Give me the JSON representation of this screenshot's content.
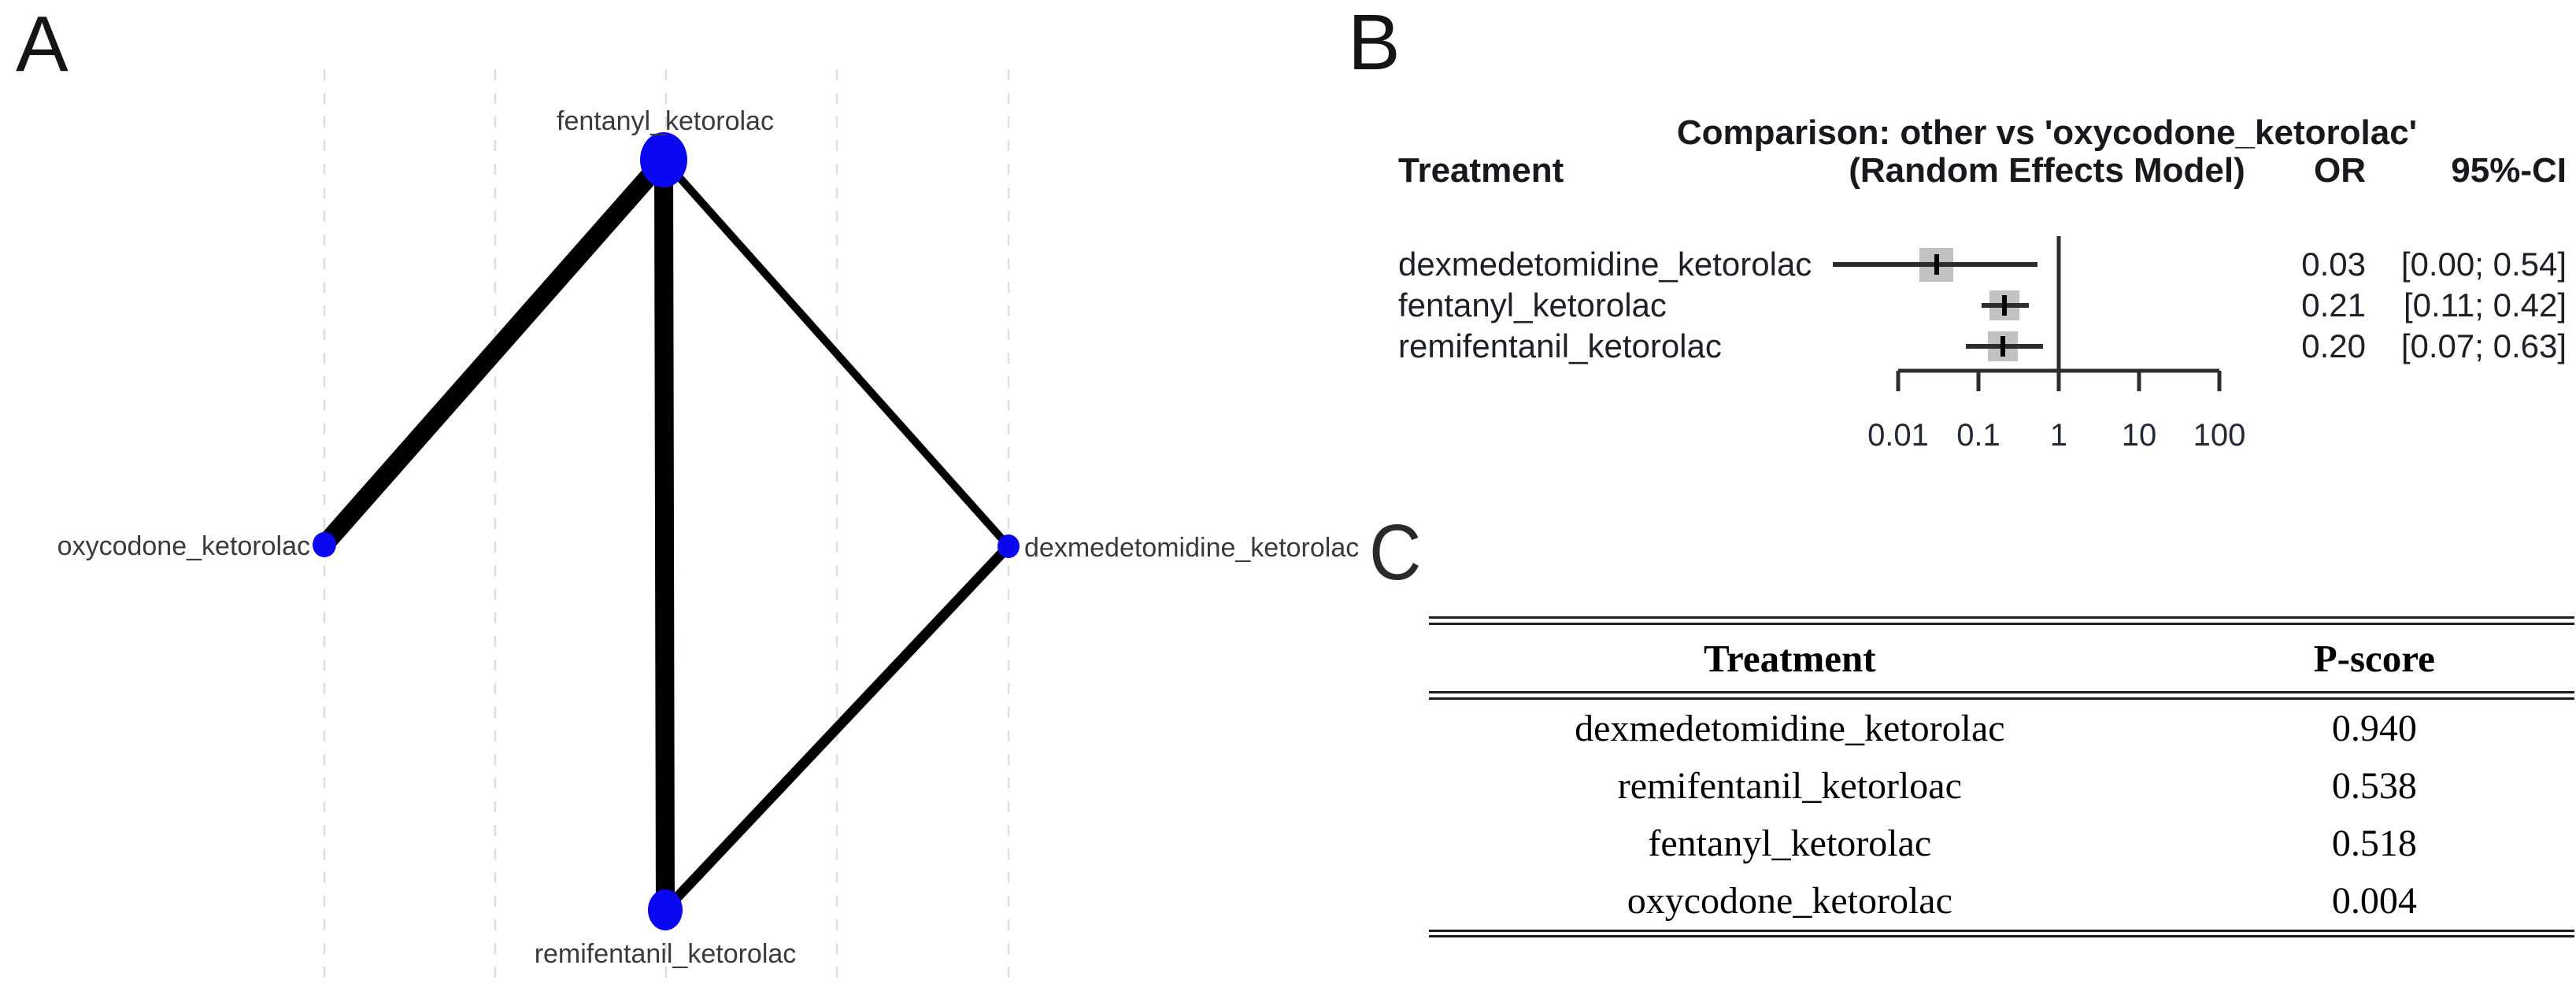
{
  "figure": {
    "panel_a": {
      "label": "A",
      "node_color": "#0a08f0",
      "nodes": [
        {
          "label": "fentanyl_ketorolac"
        },
        {
          "label": "oxycodone_ketorolac"
        },
        {
          "label": "dexmedetomidine_ketorolac"
        },
        {
          "label": "remifentanil_ketorolac"
        }
      ]
    },
    "panel_b": {
      "label": "B",
      "title_line1": "Comparison: other vs 'oxycodone_ketorolac'",
      "title_line2": "(Random Effects Model)",
      "header": {
        "treatment": "Treatment",
        "or": "OR",
        "ci": "95%-CI"
      },
      "rows": [
        {
          "treatment": "dexmedetomidine_ketorolac",
          "or": "0.03",
          "ci": "[0.00; 0.54]"
        },
        {
          "treatment": "fentanyl_ketorolac",
          "or": "0.21",
          "ci": "[0.11; 0.42]"
        },
        {
          "treatment": "remifentanil_ketorolac",
          "or": "0.20",
          "ci": "[0.07; 0.63]"
        }
      ],
      "axis_ticks": [
        "0.01",
        "0.1",
        "1",
        "10",
        "100"
      ]
    },
    "panel_c": {
      "label": "C",
      "table": {
        "header": {
          "treatment": "Treatment",
          "pscore": "P-score"
        },
        "rows": [
          {
            "treatment": "dexmedetomidine_ketorolac",
            "pscore": "0.940"
          },
          {
            "treatment": "remifentanil_ketorloac",
            "pscore": "0.538"
          },
          {
            "treatment": "fentanyl_ketorolac",
            "pscore": "0.518"
          },
          {
            "treatment": "oxycodone_ketorolac",
            "pscore": "0.004"
          }
        ]
      }
    }
  },
  "chart_data": [
    {
      "type": "network",
      "panel": "A",
      "title": "Evidence network of treatment comparisons",
      "nodes": [
        {
          "id": "fentanyl_ketorolac",
          "position": "top-center",
          "relative_size": "large"
        },
        {
          "id": "oxycodone_ketorolac",
          "position": "middle-left",
          "relative_size": "small"
        },
        {
          "id": "dexmedetomidine_ketorolac",
          "position": "middle-right",
          "relative_size": "small"
        },
        {
          "id": "remifentanil_ketorolac",
          "position": "bottom-center",
          "relative_size": "medium"
        }
      ],
      "edges": [
        {
          "source": "fentanyl_ketorolac",
          "target": "oxycodone_ketorolac",
          "relative_width": 24
        },
        {
          "source": "fentanyl_ketorolac",
          "target": "remifentanil_ketorolac",
          "relative_width": 24
        },
        {
          "source": "fentanyl_ketorolac",
          "target": "dexmedetomidine_ketorolac",
          "relative_width": 10
        },
        {
          "source": "remifentanil_ketorolac",
          "target": "dexmedetomidine_ketorolac",
          "relative_width": 13
        }
      ],
      "node_color": "#0a08f0",
      "edge_color": "#000000",
      "gridlines": "5 vertical dashed light-gray lines"
    },
    {
      "type": "forest",
      "panel": "B",
      "title": "Comparison: other vs 'oxycodone_ketorolac' (Random Effects Model)",
      "x_scale": "log10",
      "x_ticks": [
        0.01,
        0.1,
        1,
        10,
        100
      ],
      "reference_line": 1,
      "rows": [
        {
          "treatment": "dexmedetomidine_ketorolac",
          "or": 0.03,
          "ci_low": 0.0,
          "ci_high": 0.54
        },
        {
          "treatment": "fentanyl_ketorolac",
          "or": 0.21,
          "ci_low": 0.11,
          "ci_high": 0.42
        },
        {
          "treatment": "remifentanil_ketorolac",
          "or": 0.2,
          "ci_low": 0.07,
          "ci_high": 0.63
        }
      ],
      "marker": "gray square with black point estimate tick",
      "legend_position": "none"
    },
    {
      "type": "table",
      "panel": "C",
      "columns": [
        "Treatment",
        "P-score"
      ],
      "rows": [
        [
          "dexmedetomidine_ketorolac",
          0.94
        ],
        [
          "remifentanil_ketorloac",
          0.538
        ],
        [
          "fentanyl_ketorolac",
          0.518
        ],
        [
          "oxycodone_ketorolac",
          0.004
        ]
      ]
    }
  ]
}
